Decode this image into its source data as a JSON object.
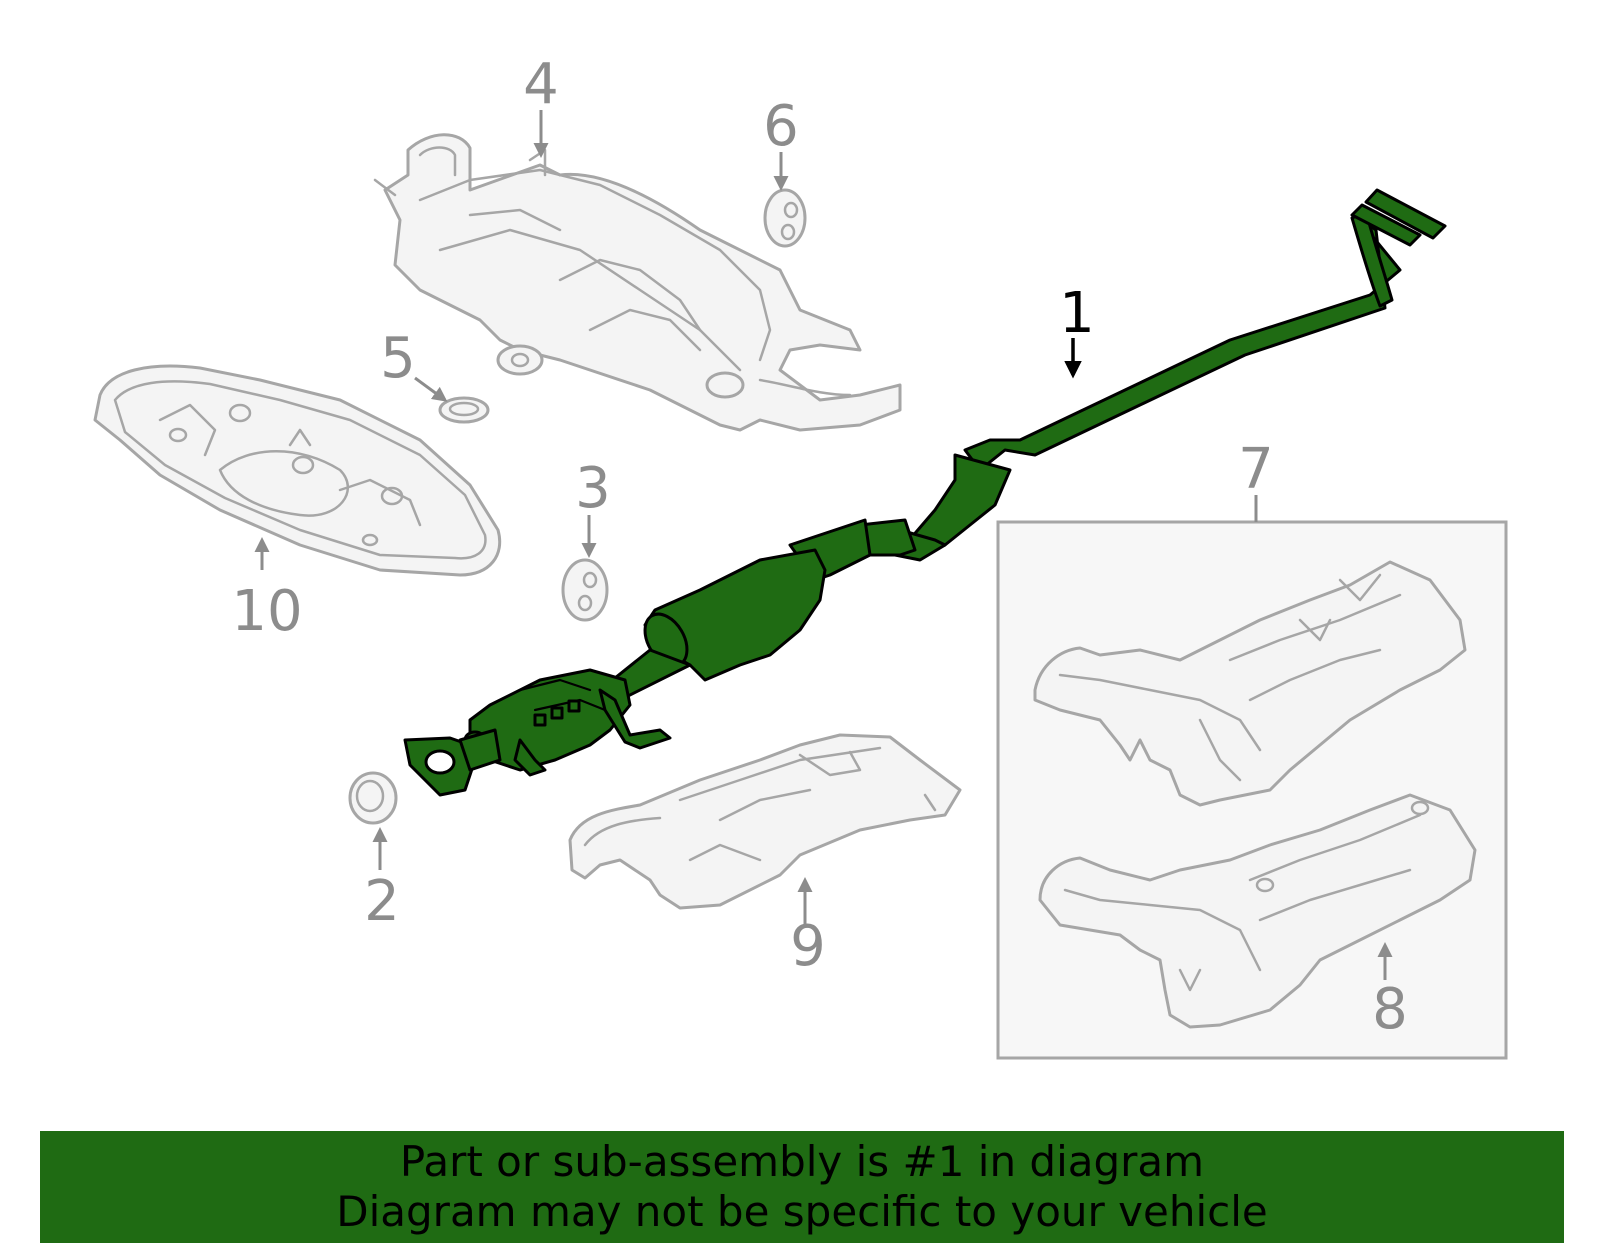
{
  "callouts": {
    "c1": "1",
    "c2": "2",
    "c3": "3",
    "c4": "4",
    "c5": "5",
    "c6": "6",
    "c7": "7",
    "c8": "8",
    "c9": "9",
    "c10": "10"
  },
  "banner": {
    "line1": "Part or sub-assembly is #1 in diagram",
    "line2": "Diagram may not be specific to your vehicle"
  },
  "colors": {
    "highlight": "#1f6b13",
    "line_gray": "#a6a6a6",
    "label_gray": "#8c8c8c"
  }
}
